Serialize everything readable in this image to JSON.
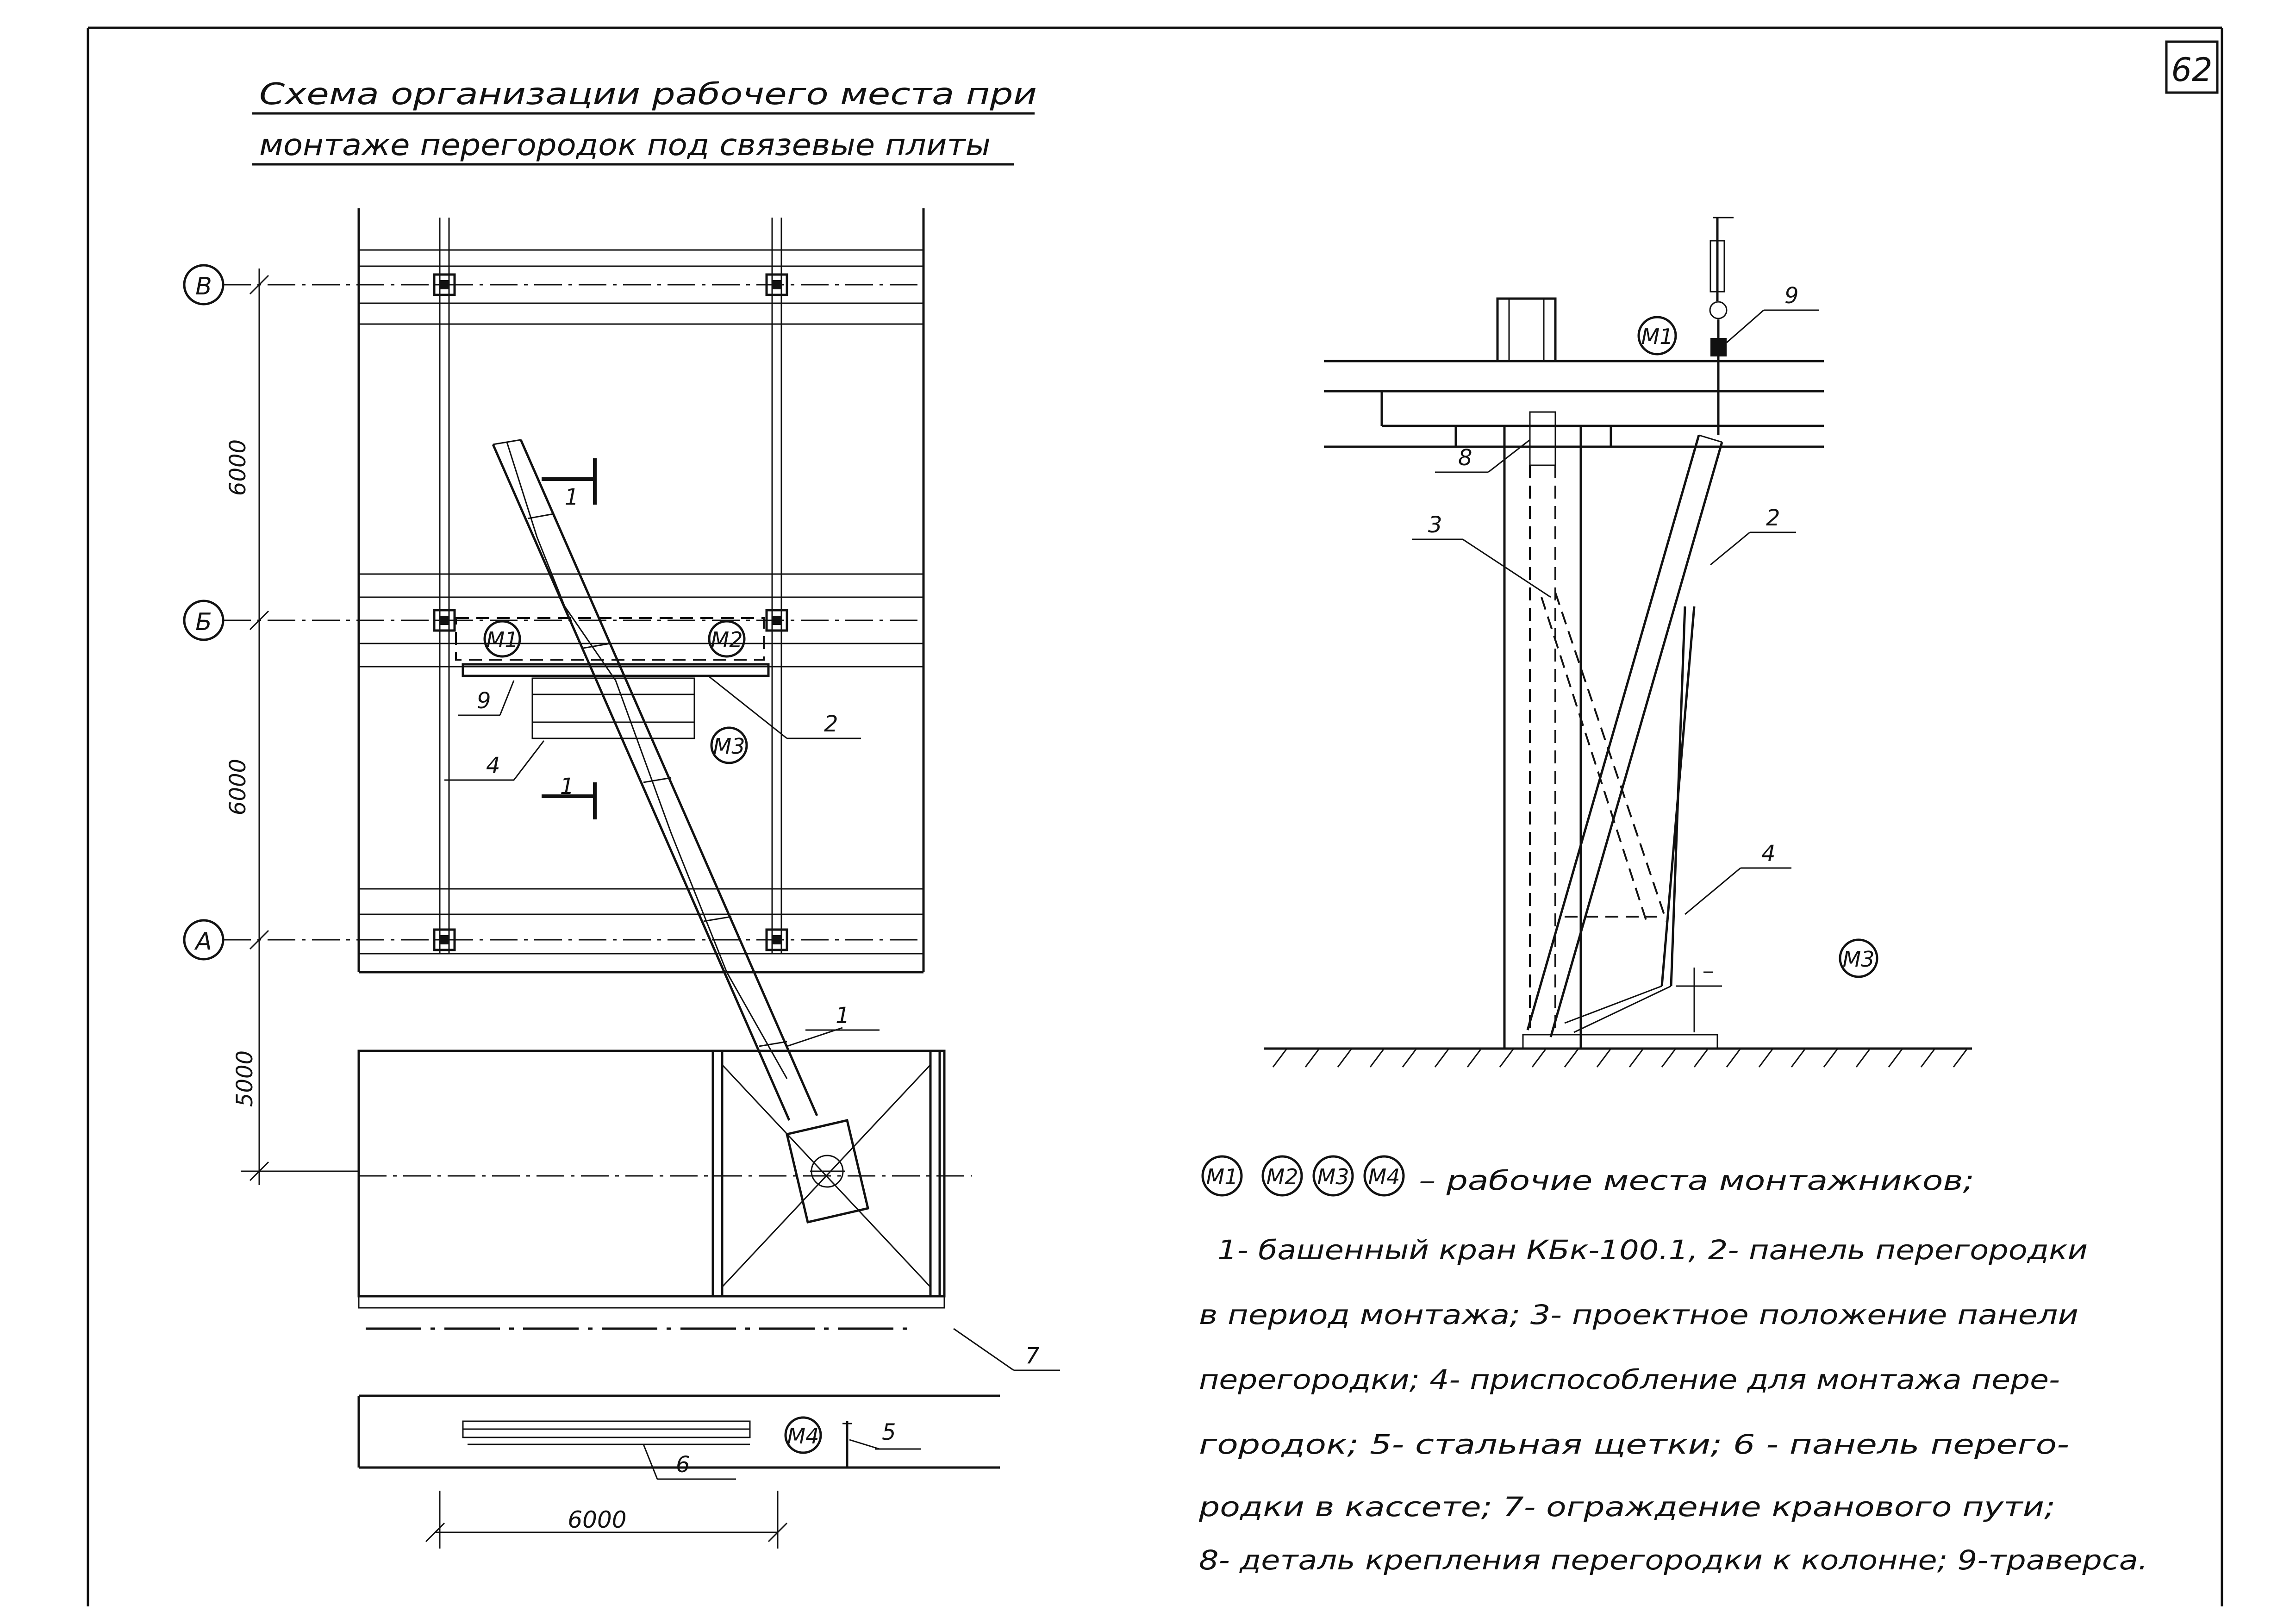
{
  "page_number": "62",
  "title": {
    "line1": "Схема организации рабочего места при",
    "line2": "монтаже перегородок под связевые плиты"
  },
  "plan": {
    "axes": [
      "В",
      "Б",
      "А"
    ],
    "dims_vertical": [
      "6000",
      "6000",
      "5000"
    ],
    "dim_bottom": "6000",
    "section_mark": "1",
    "workers": [
      "M1",
      "M2",
      "M3",
      "M4"
    ],
    "callouts": [
      "1",
      "2",
      "4",
      "5",
      "6",
      "7",
      "9"
    ]
  },
  "section": {
    "workers": [
      "M1",
      "M3"
    ],
    "callouts": [
      "2",
      "3",
      "4",
      "8",
      "9"
    ]
  },
  "legend": {
    "workers": [
      "M1",
      "M2",
      "M3",
      "M4"
    ],
    "workers_caption": "– рабочие места монтажников;",
    "lines": [
      "1- башенный кран КБк-100.1, 2- панель перегородки",
      "в период монтажа; 3- проектное положение панели",
      "перегородки; 4- приспособление для монтажа пере-",
      "городок; 5- стальная щетки; 6 - панель перего-",
      "родки в кассете; 7- ограждение кранового пути;",
      "8- деталь крепления перегородки к колонне; 9-траверса."
    ]
  }
}
